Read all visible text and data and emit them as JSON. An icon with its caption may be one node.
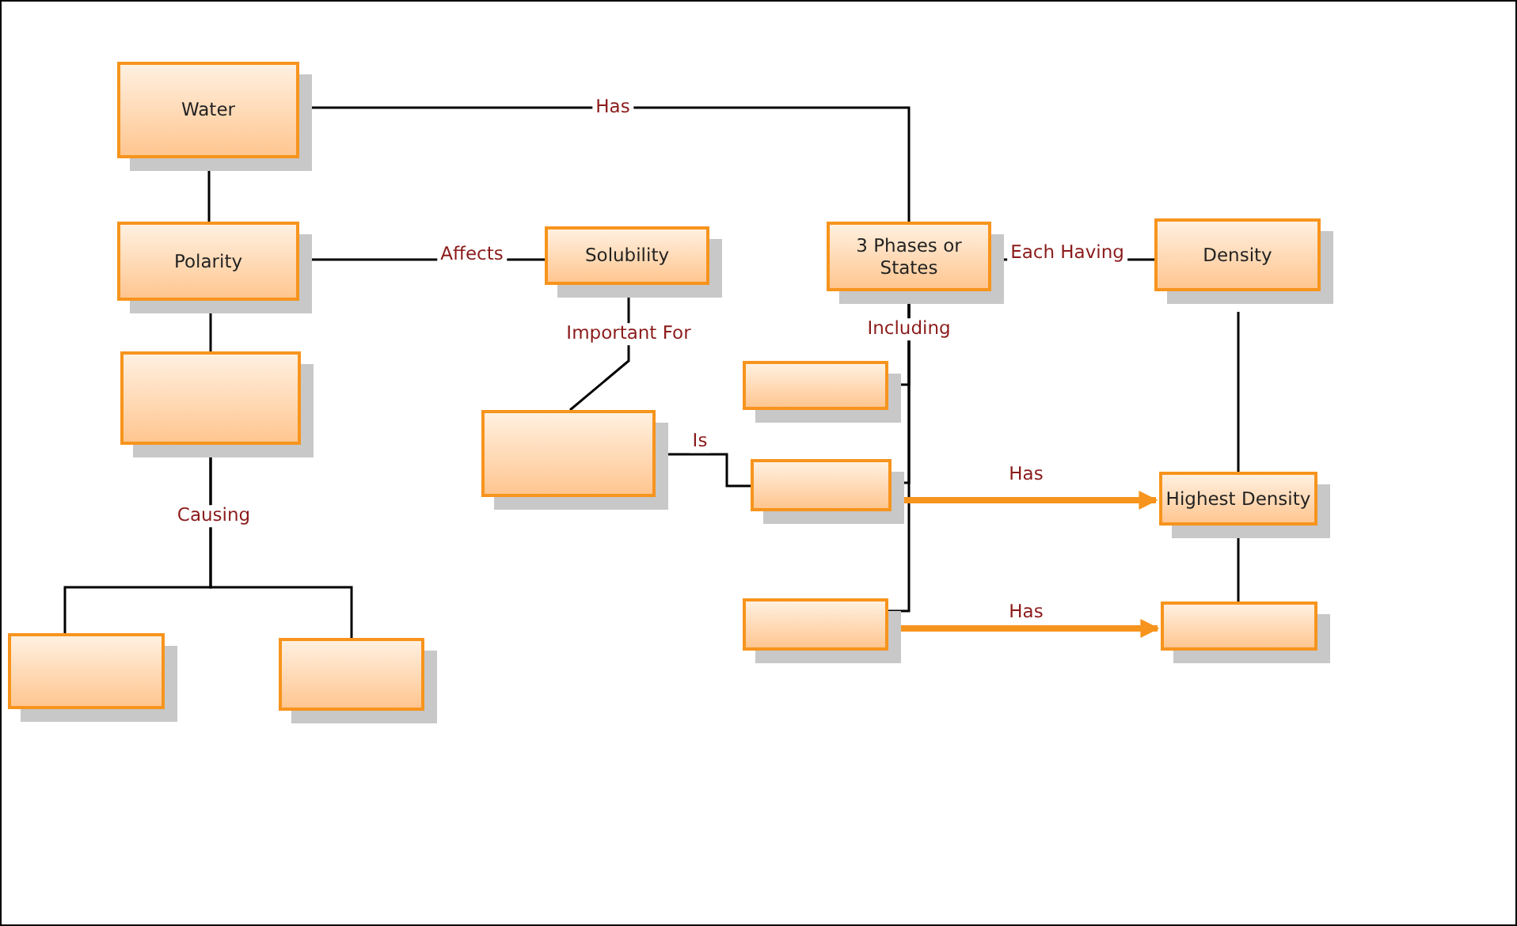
{
  "diagram": {
    "nodes": [
      {
        "text": [
          "Water"
        ]
      },
      {
        "text": [
          "Polarity"
        ]
      },
      {
        "text": [],
        "shape": "box"
      },
      {
        "text": [
          "Solubility"
        ]
      },
      {
        "text": [],
        "shape": "box"
      },
      {
        "text": [
          "3 Phases or States"
        ]
      },
      {
        "text": [
          "Density"
        ]
      },
      {
        "text": [],
        "shape": "box"
      },
      {
        "text": [],
        "shape": "box"
      },
      {
        "text": [
          "Highest Density"
        ]
      },
      {
        "text": [],
        "shape": "box"
      },
      {
        "text": [],
        "shape": "box"
      },
      {
        "text": [],
        "shape": "box"
      },
      {
        "text": [],
        "shape": "box"
      }
    ],
    "edges": [
      {
        "from": 0,
        "to": 5,
        "arrow": "none",
        "label": "Has"
      },
      {
        "from": 0,
        "to": 1,
        "arrow": "none"
      },
      {
        "from": 1,
        "to": 3,
        "arrow": "none",
        "label": "Affects"
      },
      {
        "from": 1,
        "to": 2,
        "arrow": "none"
      },
      {
        "from": 3,
        "to": 4,
        "arrow": "none",
        "label": "Important For"
      },
      {
        "from": 4,
        "to": 8,
        "arrow": "none",
        "label": "Is"
      },
      {
        "from": 5,
        "to": 6,
        "arrow": "none",
        "label": "Each Having"
      },
      {
        "from": 5,
        "to": 7,
        "arrow": "none",
        "label": "Including"
      },
      {
        "from": 5,
        "to": 8,
        "arrow": "none"
      },
      {
        "from": 5,
        "to": 10,
        "arrow": "none"
      },
      {
        "from": 8,
        "to": 9,
        "arrow": "to",
        "label": "Has",
        "style": "thick",
        "color": "#f7941d"
      },
      {
        "from": 10,
        "to": 11,
        "arrow": "to",
        "label": "Has",
        "style": "thick",
        "color": "#f7941d"
      },
      {
        "from": 6,
        "to": 9,
        "arrow": "none"
      },
      {
        "from": 9,
        "to": 11,
        "arrow": "none"
      },
      {
        "from": 2,
        "to": 12,
        "arrow": "none",
        "label": "Causing"
      },
      {
        "from": 2,
        "to": 13,
        "arrow": "none"
      }
    ]
  }
}
